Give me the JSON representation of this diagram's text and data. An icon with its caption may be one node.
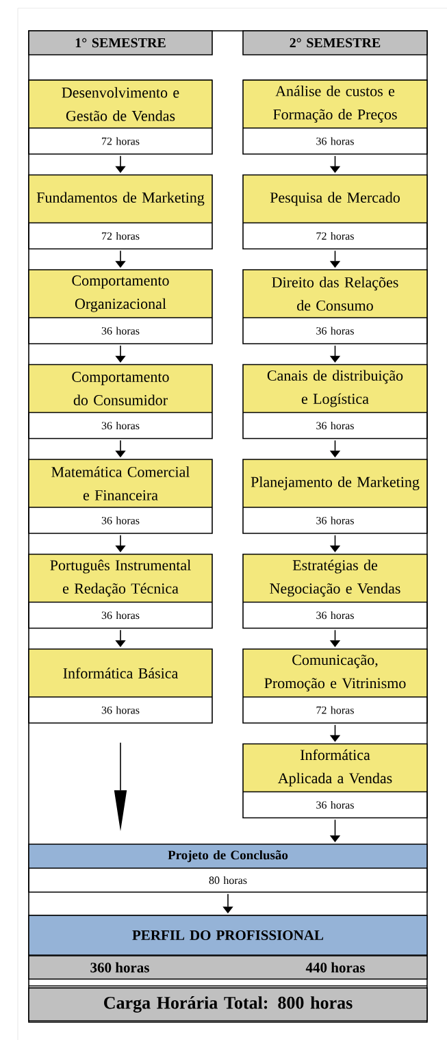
{
  "diagram": {
    "nodes": [
      {
        "text": [
          "1° SEMESTRE"
        ]
      },
      {
        "text": [
          "2° SEMESTRE"
        ]
      },
      {
        "text": [
          "Desenvolvimento e Gestão de Vendas",
          "72 horas"
        ]
      },
      {
        "text": [
          "Fundamentos de Marketing",
          "72 horas"
        ]
      },
      {
        "text": [
          "Comportamento Organizacional",
          "36 horas"
        ]
      },
      {
        "text": [
          "Comportamento do Consumidor",
          "36 horas"
        ]
      },
      {
        "text": [
          "Matemática  Comercial e Financeira",
          "36 horas"
        ]
      },
      {
        "text": [
          "Português Instrumental e Redação Técnica",
          "36 horas"
        ]
      },
      {
        "text": [
          "Informática Básica",
          "36 horas"
        ]
      },
      {
        "text": [
          "Análise de custos e Formação de Preços",
          "36 horas"
        ]
      },
      {
        "text": [
          "Pesquisa de Mercado",
          "72 horas"
        ]
      },
      {
        "text": [
          "Direito das Relações de Consumo",
          "36 horas"
        ]
      },
      {
        "text": [
          "Canais de distribuição e Logística",
          "36 horas"
        ]
      },
      {
        "text": [
          "Planejamento de Marketing",
          "36 horas"
        ]
      },
      {
        "text": [
          "Estratégias de Negociação e Vendas",
          "36 horas"
        ]
      },
      {
        "text": [
          "Comunicação, Promoção e Vitrinismo",
          "72 horas"
        ]
      },
      {
        "text": [
          "Informática Aplicada a Vendas",
          "36 horas"
        ]
      },
      {
        "text": [
          "Projeto de Conclusão",
          "80 horas"
        ]
      },
      {
        "text": [
          "PERFIL DO PROFISSIONAL"
        ]
      },
      {
        "text": [
          "360 horas",
          "440 horas"
        ]
      },
      {
        "text": [
          "Carga Horária Total: 800 horas"
        ]
      }
    ],
    "edges": [
      {
        "from": 2,
        "to": 3,
        "arrow": "to"
      },
      {
        "from": 3,
        "to": 4,
        "arrow": "to"
      },
      {
        "from": 4,
        "to": 5,
        "arrow": "to"
      },
      {
        "from": 5,
        "to": 6,
        "arrow": "to"
      },
      {
        "from": 6,
        "to": 7,
        "arrow": "to"
      },
      {
        "from": 7,
        "to": 8,
        "arrow": "to"
      },
      {
        "from": 8,
        "to": 17,
        "arrow": "to"
      },
      {
        "from": 9,
        "to": 10,
        "arrow": "to"
      },
      {
        "from": 10,
        "to": 11,
        "arrow": "to"
      },
      {
        "from": 11,
        "to": 12,
        "arrow": "to"
      },
      {
        "from": 12,
        "to": 13,
        "arrow": "to"
      },
      {
        "from": 13,
        "to": 14,
        "arrow": "to"
      },
      {
        "from": 14,
        "to": 15,
        "arrow": "to"
      },
      {
        "from": 15,
        "to": 16,
        "arrow": "to"
      },
      {
        "from": 16,
        "to": 17,
        "arrow": "to"
      },
      {
        "from": 17,
        "to": 18,
        "arrow": "to"
      }
    ]
  }
}
